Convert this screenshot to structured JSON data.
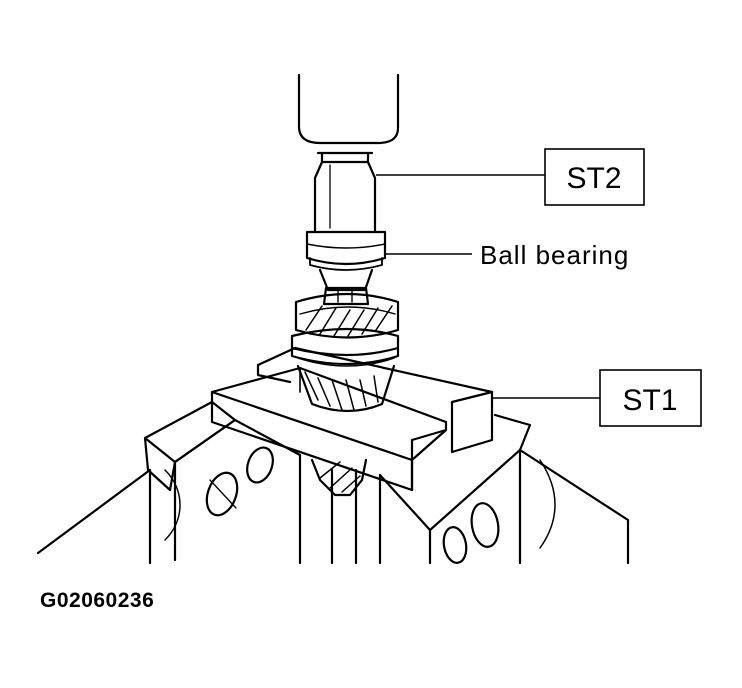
{
  "callouts": {
    "st2": "ST2",
    "ball_bearing": "Ball bearing",
    "st1": "ST1"
  },
  "figure_id": "G02060236",
  "colors": {
    "ink": "#000000",
    "paper": "#ffffff"
  }
}
